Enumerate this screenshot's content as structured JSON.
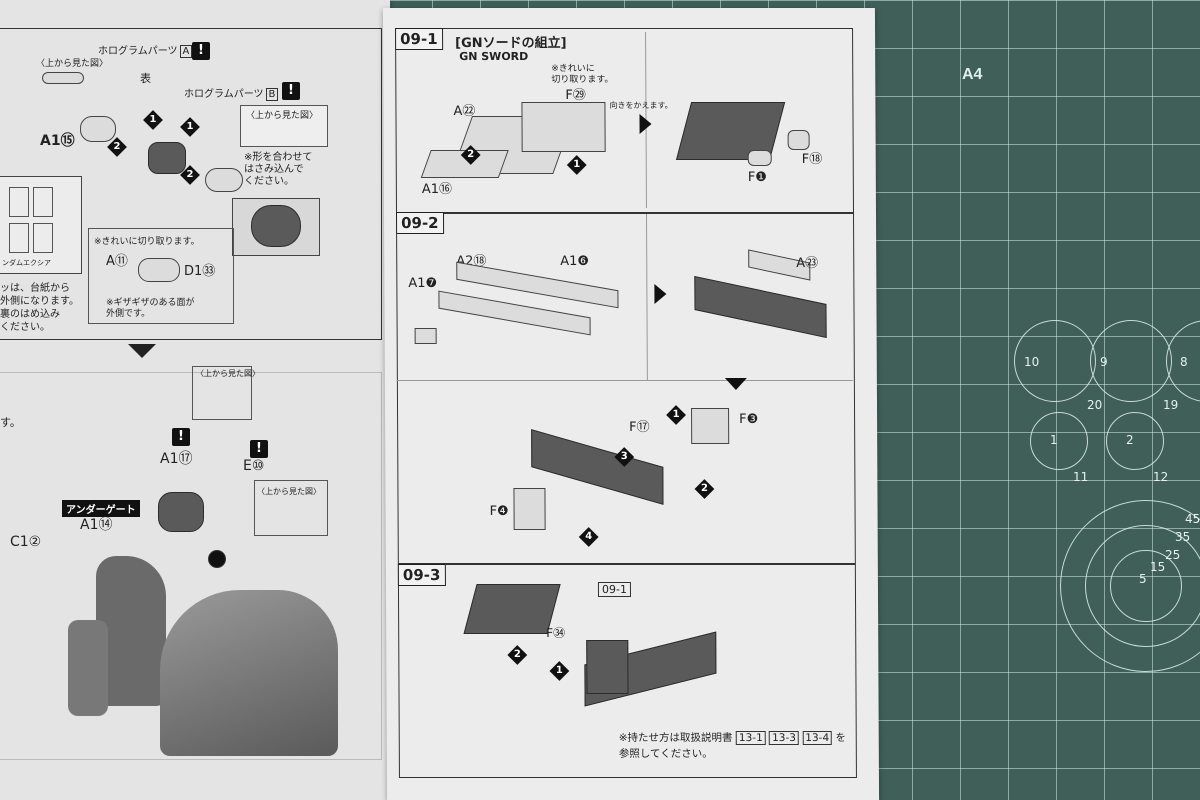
{
  "mat": {
    "a4": "A4",
    "circle_numbers": [
      "10",
      "9",
      "8",
      "1",
      "2",
      "20",
      "19",
      "11",
      "12",
      "45",
      "35",
      "25",
      "15",
      "5"
    ]
  },
  "left_sheet": {
    "hologram_a": "ホログラムパーツ",
    "hologram_a_letter": "A",
    "hologram_b": "ホログラムパーツ",
    "hologram_b_letter": "B",
    "view_top": "〈上から見た図〉",
    "front": "表",
    "a1_15": "A1⑮",
    "align_note_1": "※形を合わせて",
    "align_note_2": "はさみ込んで",
    "align_note_3": "ください。",
    "cut_clean": "※きれいに切り取ります。",
    "a11": "A⑪",
    "d1_33": "D1㉝",
    "jagged_1": "※ギザギザのある面が",
    "jagged_2": "外側です。",
    "side_text_1": "ッは、台紙から",
    "side_text_2": "外側になります。",
    "side_text_3": "裏のはめ込み",
    "side_text_4": "ください。",
    "side_text_5": "ンダムエクシア",
    "under_gate": "アンダーゲート",
    "a1_17": "A1⑰",
    "e10": "E⑩",
    "a1_14": "A1⑭",
    "c1_2": "C1②",
    "view_top_2": "〈上から見た図〉",
    "view_top_3": "〈上から見た図〉",
    "dot_s": "す。"
  },
  "right_sheet": {
    "step_09_1": "09-1",
    "title_jp": "[GNソードの組立]",
    "title_en": "GN SWORD",
    "cut_note_1": "※きれいに",
    "cut_note_2": "切り取ります。",
    "a22": "A㉒",
    "f29": "F㉙",
    "a1_16": "A1⑯",
    "rotate": "向きをかえます。",
    "f18": "F⑱",
    "f1": "F❶",
    "step_09_2": "09-2",
    "a2_18": "A2⑱",
    "a1_6": "A1❻",
    "a1_7": "A1❼",
    "a23": "A㉓",
    "f17": "F⑰",
    "f3": "F❸",
    "f4": "F❹",
    "step_09_3": "09-3",
    "ref_09_1": "09-1",
    "f34": "F㉞",
    "hold_note_1": "※持たせ方は取扱説明書",
    "ref_131": "13-1",
    "ref_133": "13-3",
    "ref_134": "13-4",
    "hold_note_2": "を",
    "hold_note_3": "参照してください。"
  }
}
